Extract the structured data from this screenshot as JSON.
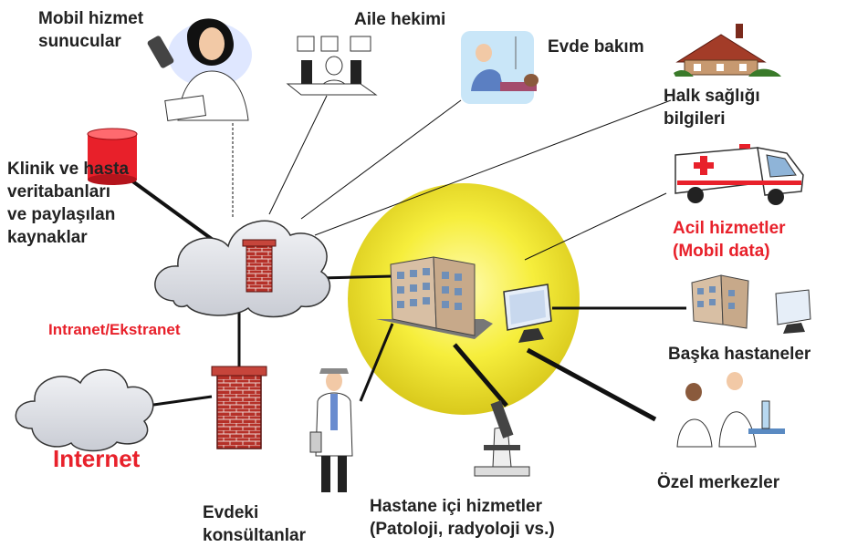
{
  "diagram": {
    "labels": {
      "mobil_hizmet": [
        "Mobil hizmet",
        "sunucular"
      ],
      "aile_hekimi": "Aile hekimi",
      "evde_bakim": "Evde bakım",
      "halk_sagligi": [
        "Halk sağlığı",
        "bilgileri"
      ],
      "klinik": [
        "Klinik ve hasta",
        "veritabanları",
        "ve paylaşılan",
        "kaynaklar"
      ],
      "acil_hizmetler": [
        "Acil hizmetler",
        "(Mobil data)"
      ],
      "intranet": "Intranet/Ekstranet",
      "baska_hastaneler": "Başka hastaneler",
      "internet": "Internet",
      "ozel_merkezler": "Özel merkezler",
      "evdeki_konsultanlar": [
        "Evdeki",
        "konsültanlar"
      ],
      "hastane_ici": [
        "Hastane içi hizmetler",
        "(Patoloji, radyoloji vs.)"
      ]
    },
    "colors": {
      "text": "#222222",
      "highlight": "#e8212b",
      "cloud_fill": "#dde0e6",
      "sun_fill": "#f7f14a",
      "brick": "#b0302a",
      "database": "#e8202a"
    },
    "icons": [
      "nurse-icon",
      "doctor-office-icon",
      "home-care-icon",
      "house-icon",
      "database-icon",
      "ambulance-icon",
      "cloud-icon",
      "firewall-icon",
      "hospital-icon",
      "monitor-icon",
      "microscope-icon",
      "doctor-icon",
      "lab-icon"
    ]
  }
}
